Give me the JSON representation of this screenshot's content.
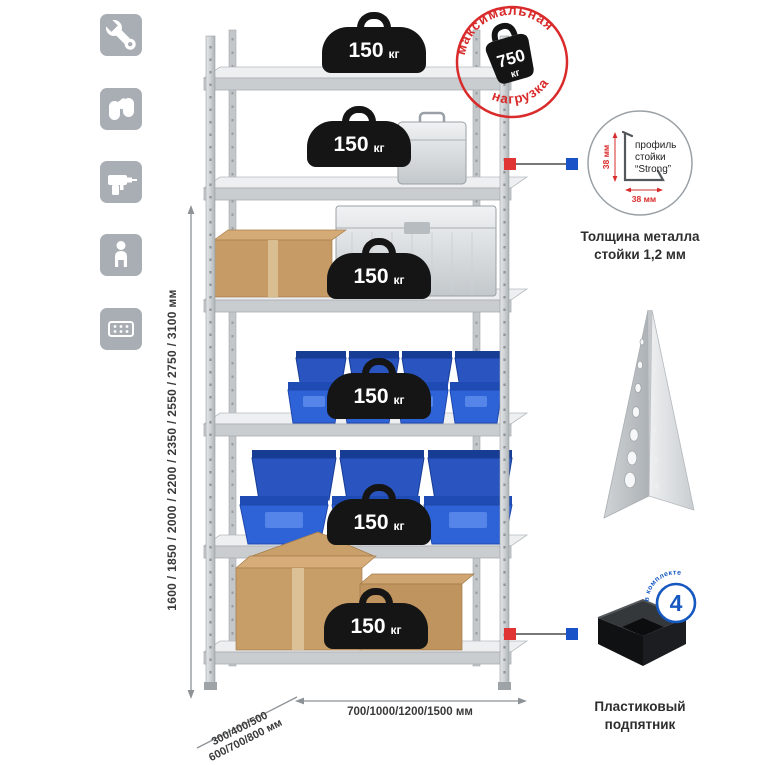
{
  "colors": {
    "accent_red": "#d92b2b",
    "accent_blue": "#1a52c8",
    "icon_gray": "#a9aeb4",
    "metal_light": "#e3e5e7",
    "metal_dark": "#aeb3b7",
    "weight_black": "#151515"
  },
  "sidebar_icons": [
    {
      "name": "wrench-icon"
    },
    {
      "name": "gloves-icon"
    },
    {
      "name": "drill-icon"
    },
    {
      "name": "person-icon"
    },
    {
      "name": "perforated-post-icon"
    }
  ],
  "shelf_loads": [
    {
      "value": "150",
      "unit": "кг"
    },
    {
      "value": "150",
      "unit": "кг"
    },
    {
      "value": "150",
      "unit": "кг"
    },
    {
      "value": "150",
      "unit": "кг"
    },
    {
      "value": "150",
      "unit": "кг"
    },
    {
      "value": "150",
      "unit": "кг"
    }
  ],
  "max_load_stamp": {
    "arc_top": "максимальная",
    "arc_bottom": "нагрузка",
    "value": "750",
    "unit": "кг"
  },
  "dimensions": {
    "height_label": "1600 / 1850 / 2000 / 2200 / 2350 / 2550 / 2750 / 3100 мм",
    "depth_label_line1": "300/400/500",
    "depth_label_line2": "600/700/800 мм",
    "width_label": "700/1000/1200/1500 мм"
  },
  "profile_callout": {
    "line1": "профиль",
    "line2": "стойки",
    "line3": "“Strong”",
    "dim_side": "38 мм",
    "dim_bottom": "38 мм",
    "caption_line1": "Толщина металла",
    "caption_line2": "стойки 1,2 мм"
  },
  "foot_callout": {
    "badge_value": "4",
    "badge_arc": "в комплекте",
    "caption_line1": "Пластиковый",
    "caption_line2": "подпятник"
  }
}
